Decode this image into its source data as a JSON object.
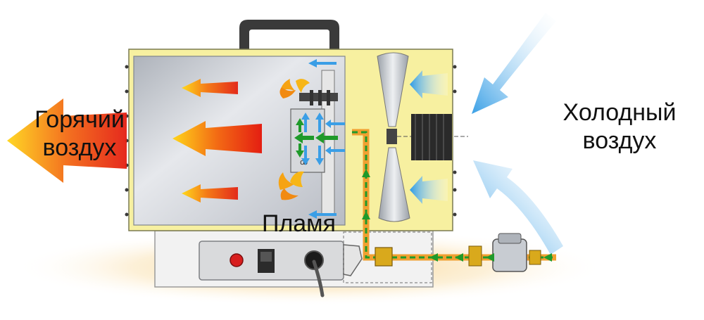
{
  "labels": {
    "hot_air_line1": "Горячий",
    "hot_air_line2": "воздух",
    "cold_air_line1": "Холодный",
    "cold_air_line2": "воздух",
    "flame": "Пламя"
  },
  "colors": {
    "housing_yellow": "#f7f0a0",
    "chamber_gray": "#c9ccd2",
    "hot_arrow_red": "#e8321e",
    "hot_arrow_yellow": "#ffd21a",
    "cold_arrow_blue": "#4aa8e8",
    "gas_line_green": "#1f9a2a",
    "gas_line_orange": "#f0a030",
    "handle": "#3a3a3a",
    "glow": "#fbe3a8"
  }
}
